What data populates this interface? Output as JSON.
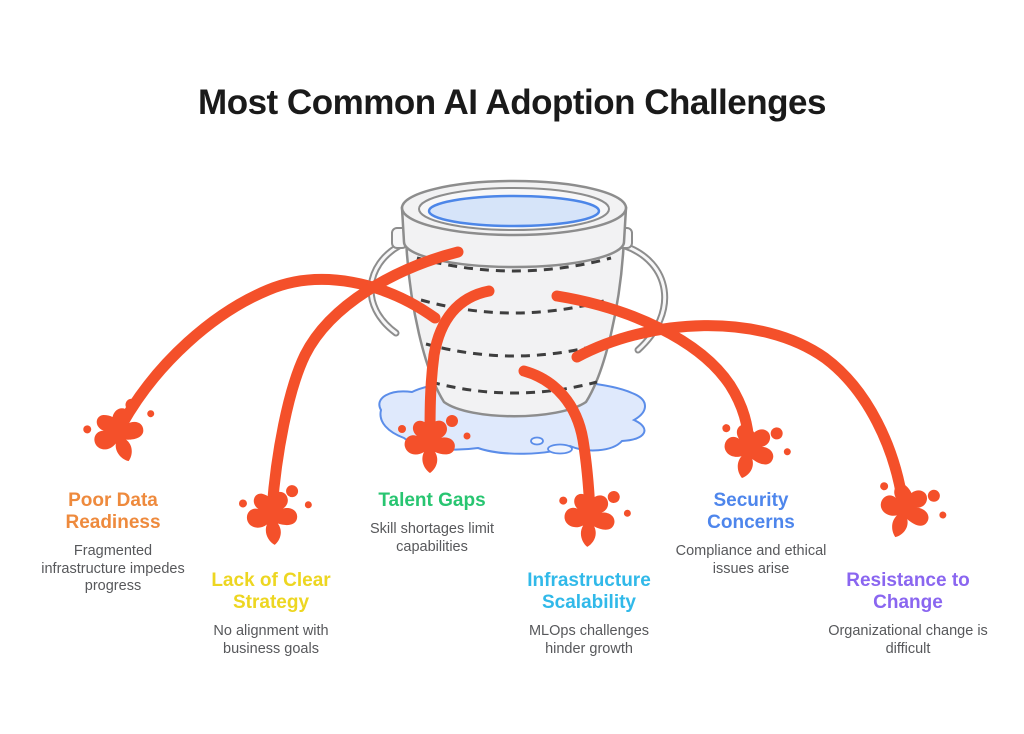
{
  "title": "Most Common AI Adoption Challenges",
  "colors": {
    "accent": "#F4502A",
    "title_color": "#1A1A1A",
    "desc_color": "#57585B",
    "bucket_fill": "#F2F2F3",
    "bucket_stroke": "#8D8D8D",
    "water_fill": "#D6E4F9",
    "water_stroke": "#4C86E8",
    "puddle_fill": "#DFE9FC",
    "puddle_stroke": "#5B8DE9",
    "dash": "#3E3E3E"
  },
  "icons": {
    "bucket": "leaking-bucket-icon",
    "arrow": "leak-arrow-icon",
    "splash": "paint-splash-icon"
  },
  "challenges": [
    {
      "title": "Poor Data Readiness",
      "desc": "Fragmented infrastructure impedes progress",
      "color": "#EE8A3D"
    },
    {
      "title": "Lack of Clear Strategy",
      "desc": "No alignment with business goals",
      "color": "#EDD621"
    },
    {
      "title": "Talent Gaps",
      "desc": "Skill shortages limit capabilities",
      "color": "#28C571"
    },
    {
      "title": "Infrastructure Scalability",
      "desc": "MLOps challenges hinder growth",
      "color": "#31B9E9"
    },
    {
      "title": "Security Concerns",
      "desc": "Compliance and ethical issues arise",
      "color": "#4E86EC"
    },
    {
      "title": "Resistance to Change",
      "desc": "Organizational change is difficult",
      "color": "#8A66F0"
    }
  ]
}
